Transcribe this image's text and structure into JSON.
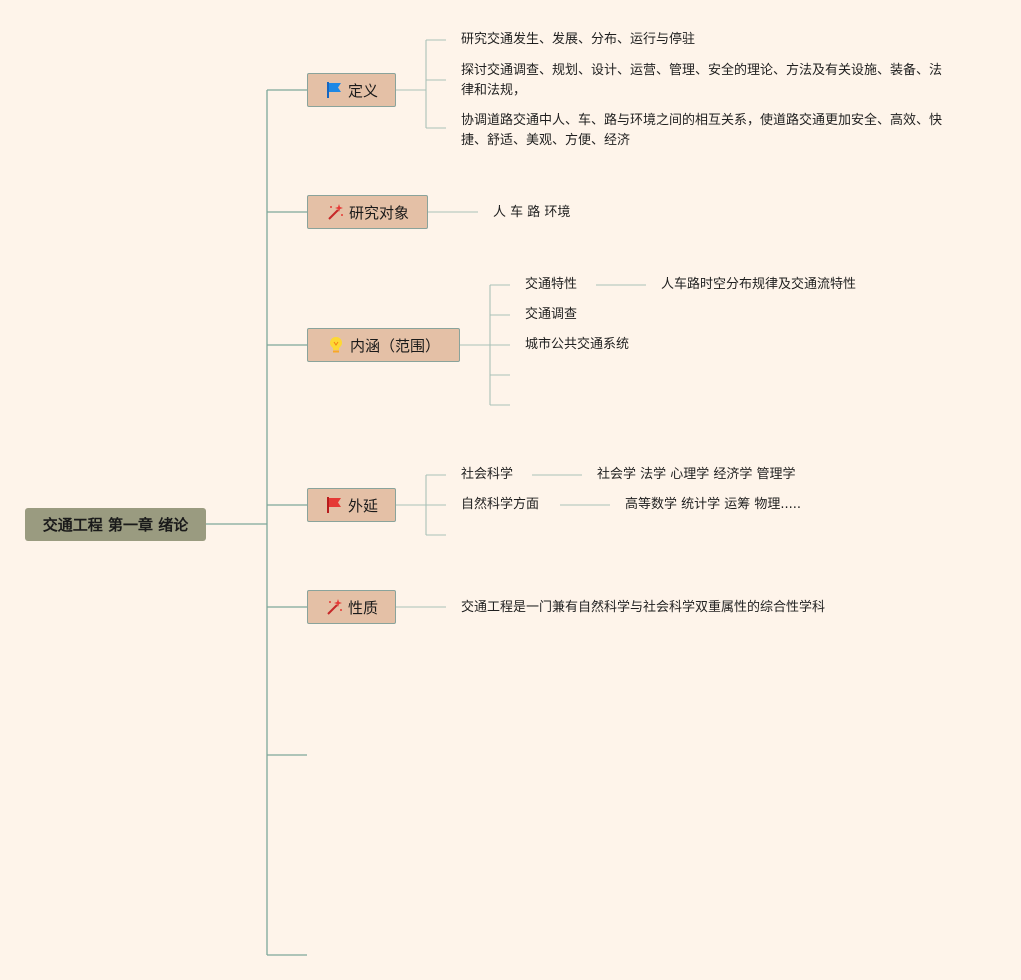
{
  "root": {
    "label": "交通工程 第一章 绪论"
  },
  "branches": {
    "definition": {
      "label": "定义",
      "icon": "blue-flag-icon",
      "items": [
        "研究交通发生、发展、分布、运行与停驻",
        "探讨交通调查、规划、设计、运营、管理、安全的理论、方法及有关设施、装备、法律和法规，",
        "协调道路交通中人、车、路与环境之间的相互关系，使道路交通更加安全、高效、快捷、舒适、美观、方便、经济"
      ]
    },
    "research_object": {
      "label": "研究对象",
      "icon": "magic-wand-icon",
      "value": "人 车 路 环境"
    },
    "connotation": {
      "label": "内涵（范围）",
      "icon": "lightbulb-icon",
      "items": [
        {
          "label": "交通特性",
          "detail": "人车路时空分布规律及交通流特性"
        },
        {
          "label": "交通调查"
        },
        {
          "label": "城市公共交通系统"
        }
      ]
    },
    "extension": {
      "label": "外延",
      "icon": "red-flag-icon",
      "items": [
        {
          "label": "社会科学",
          "detail": "社会学 法学 心理学 经济学 管理学"
        },
        {
          "label": "自然科学方面",
          "detail": "高等数学 统计学 运筹 物理....."
        }
      ]
    },
    "nature": {
      "label": "性质",
      "icon": "magic-wand-icon",
      "value": "交通工程是一门兼有自然科学与社会科学双重属性的综合性学科"
    }
  },
  "colors": {
    "background": "#fef4ea",
    "root_fill": "#9a9b80",
    "node_fill": "#e4c0a6",
    "node_border": "#8aa39b",
    "connector_main": "#6e9a8a",
    "connector_light": "#a9c2b8"
  }
}
